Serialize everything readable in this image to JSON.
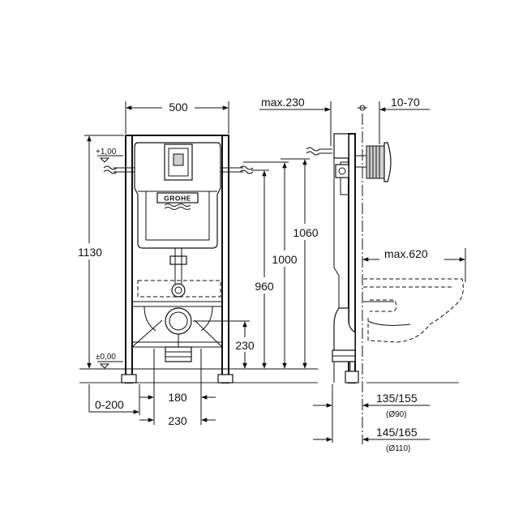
{
  "brand": {
    "logo_text": "GROHE"
  },
  "front_view": {
    "width_label": "500",
    "height_label": "1130",
    "level_top_label": "+1,00",
    "level_floor_label": "±0,00",
    "dim_1060": "1060",
    "dim_1000": "1000",
    "dim_960": "960",
    "dim_230_vertical": "230",
    "dim_0_200": "0-200",
    "dim_180": "180",
    "dim_230_bottom": "230"
  },
  "side_view": {
    "max_230_label": "max.230",
    "range_10_70_label": "10-70",
    "max_620_label": "max.620",
    "dim_135_155": "135/155",
    "pipe_90": "(Ø90)",
    "dim_145_165": "145/165",
    "pipe_110": "(Ø110)"
  }
}
